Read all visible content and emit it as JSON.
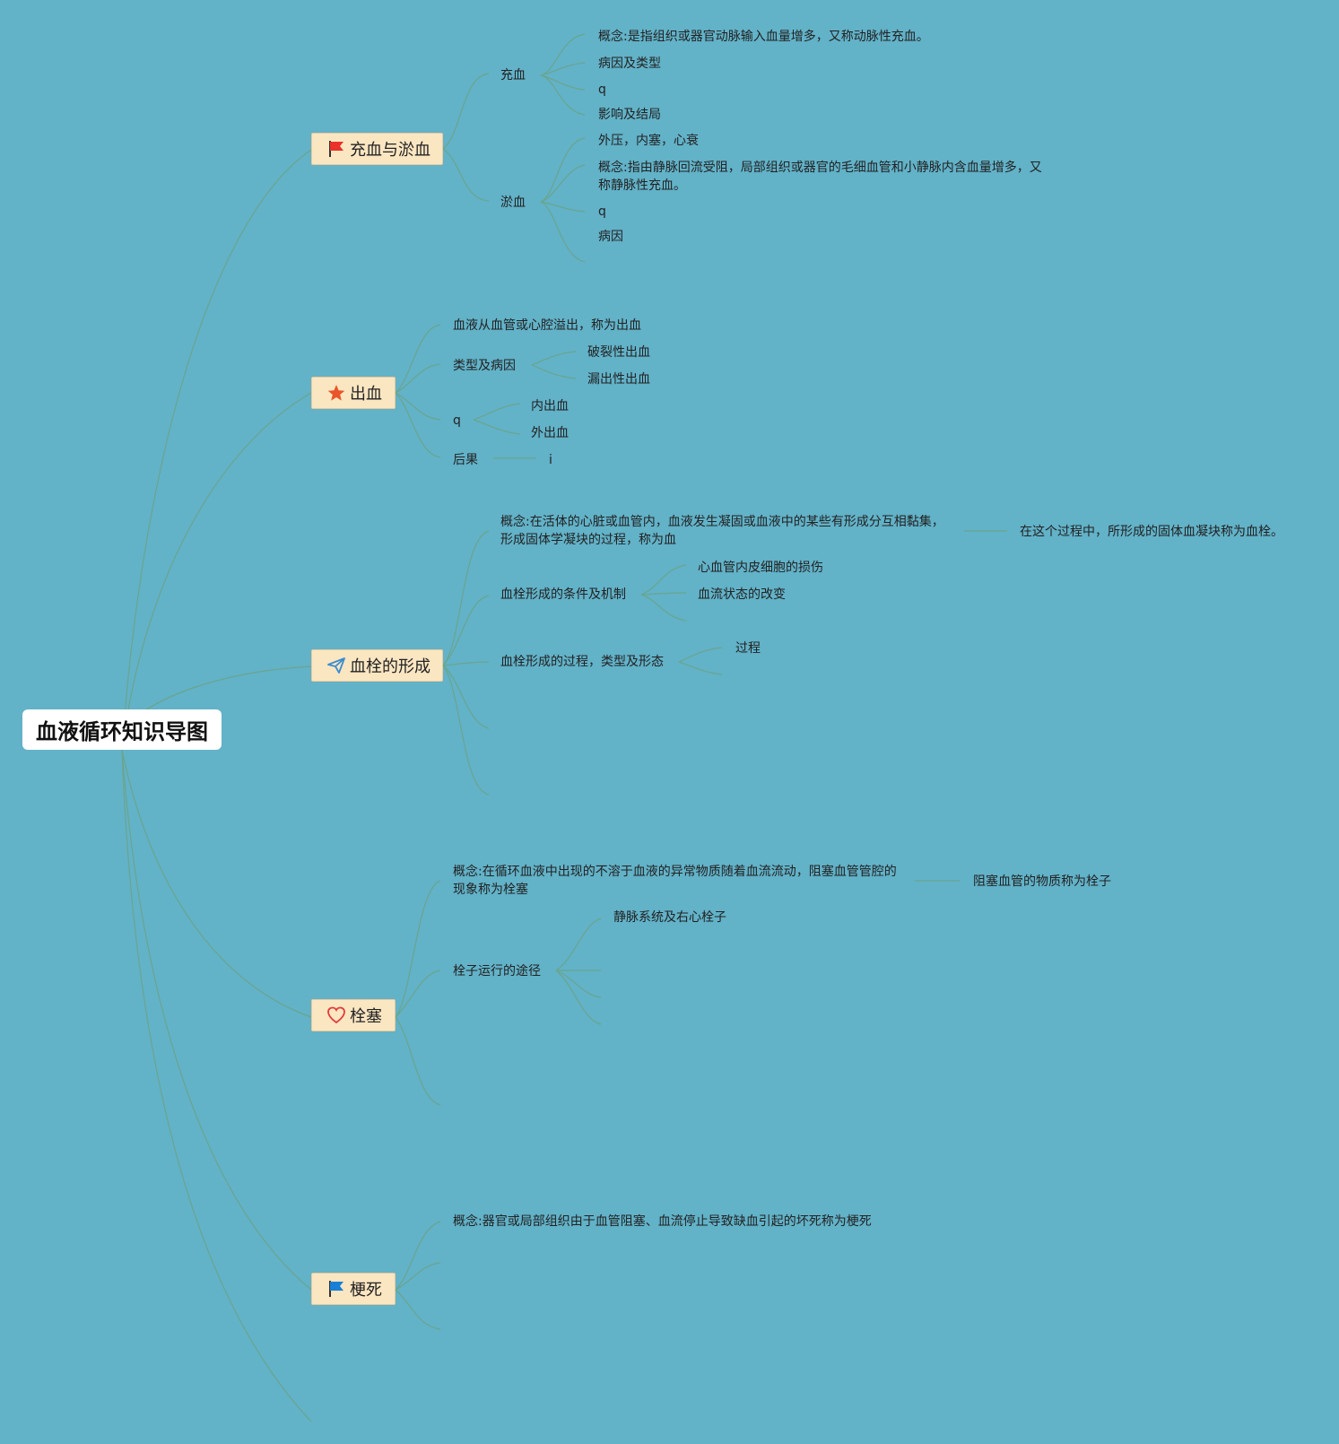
{
  "root": {
    "label": "血液循环知识导图"
  },
  "branches": [
    {
      "label": "充血与淤血",
      "icon": "red-flag-icon",
      "children": [
        {
          "label": "充血",
          "children": [
            "概念:是指组织或器官动脉输入血量增多，又称动脉性充血。",
            "病因及类型",
            "q",
            "影响及结局"
          ]
        },
        {
          "label": "淤血",
          "children": [
            "外压，内塞，心衰",
            "概念:指由静脉回流受阻，局部组织或器官的毛细血管和小静脉内含血量增多，又称静脉性充血。",
            "q",
            "病因"
          ]
        }
      ]
    },
    {
      "label": "出血",
      "icon": "star-icon",
      "children": [
        {
          "label": "血液从血管或心腔溢出，称为出血"
        },
        {
          "label": "类型及病因",
          "children": [
            "破裂性出血",
            "漏出性出血"
          ]
        },
        {
          "label": "q",
          "children": [
            "内出血",
            "外出血"
          ]
        },
        {
          "label": "后果",
          "children": [
            "i"
          ]
        }
      ]
    },
    {
      "label": "血栓的形成",
      "icon": "paper-plane-icon",
      "children": [
        {
          "label": "概念:在活体的心脏或血管内，血液发生凝固或血液中的某些有形成分互相黏集，形成固体学凝块的过程，称为血",
          "children": [
            "在这个过程中，所形成的固体血凝块称为血栓。"
          ]
        },
        {
          "label": "血栓形成的条件及机制",
          "children": [
            "心血管内皮细胞的损伤",
            "血流状态的改变"
          ]
        },
        {
          "label": "血栓形成的过程，类型及形态",
          "children": [
            "过程"
          ]
        }
      ]
    },
    {
      "label": "栓塞",
      "icon": "heart-icon",
      "children": [
        {
          "label": "概念:在循环血液中出现的不溶于血液的异常物质随着血流流动，阻塞血管管腔的现象称为栓塞",
          "children": [
            "阻塞血管的物质称为栓子"
          ]
        },
        {
          "label": "栓子运行的途径",
          "children": [
            "静脉系统及右心栓子"
          ]
        }
      ]
    },
    {
      "label": "梗死",
      "icon": "blue-flag-icon",
      "children": [
        {
          "label": "概念:器官或局部组织由于血管阻塞、血流停止导致缺血引起的坏死称为梗死"
        }
      ]
    }
  ],
  "colors": {
    "background": "#62b2c8",
    "branch_fill": "#fbe6c2",
    "connector": "#6aa58e",
    "red_flag": "#e8322a",
    "blue_flag": "#1a7fd6",
    "star": "#e8562a",
    "heart": "#e33b3b",
    "plane": "#3b8ccf"
  }
}
